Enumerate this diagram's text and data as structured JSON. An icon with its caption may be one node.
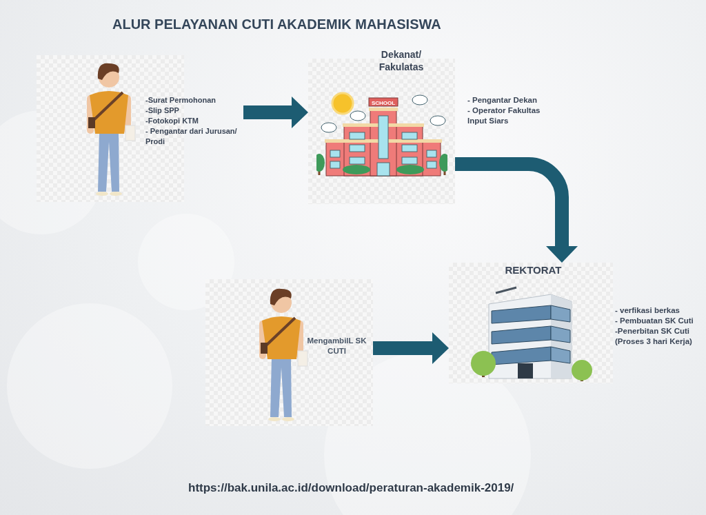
{
  "diagram": {
    "title": "ALUR PELAYANAN CUTI AKADEMIK MAHASISWA",
    "caption": "https://bak.unila.ac.id/download/peraturan-akademik-2019/",
    "nodes": [
      {
        "text": [
          "-Surat Permohonan",
          "-Slip SPP",
          "-Fotokopi KTM",
          "- Pengantar dari Jurusan/ Prodi"
        ]
      },
      {
        "text": [
          "Dekanat/ Fakulatas"
        ],
        "beside": [
          "- Pengantar Dekan",
          "- Operator Fakultas Input Siars"
        ]
      },
      {
        "text": [
          "REKTORAT"
        ],
        "beside": [
          "- verfikasi berkas",
          "- Pembuatan SK Cuti",
          "-Penerbitan SK Cuti (Proses 3 hari Kerja)"
        ]
      },
      {
        "text": [
          "MengambilL SK CUTI"
        ]
      }
    ],
    "edges": [
      {
        "from": 0,
        "to": 1,
        "arrow": "to"
      },
      {
        "from": 1,
        "to": 2,
        "arrow": "to"
      },
      {
        "from": 3,
        "to": 2,
        "arrow": "to"
      }
    ],
    "labels": [
      "SCHOOL"
    ]
  }
}
